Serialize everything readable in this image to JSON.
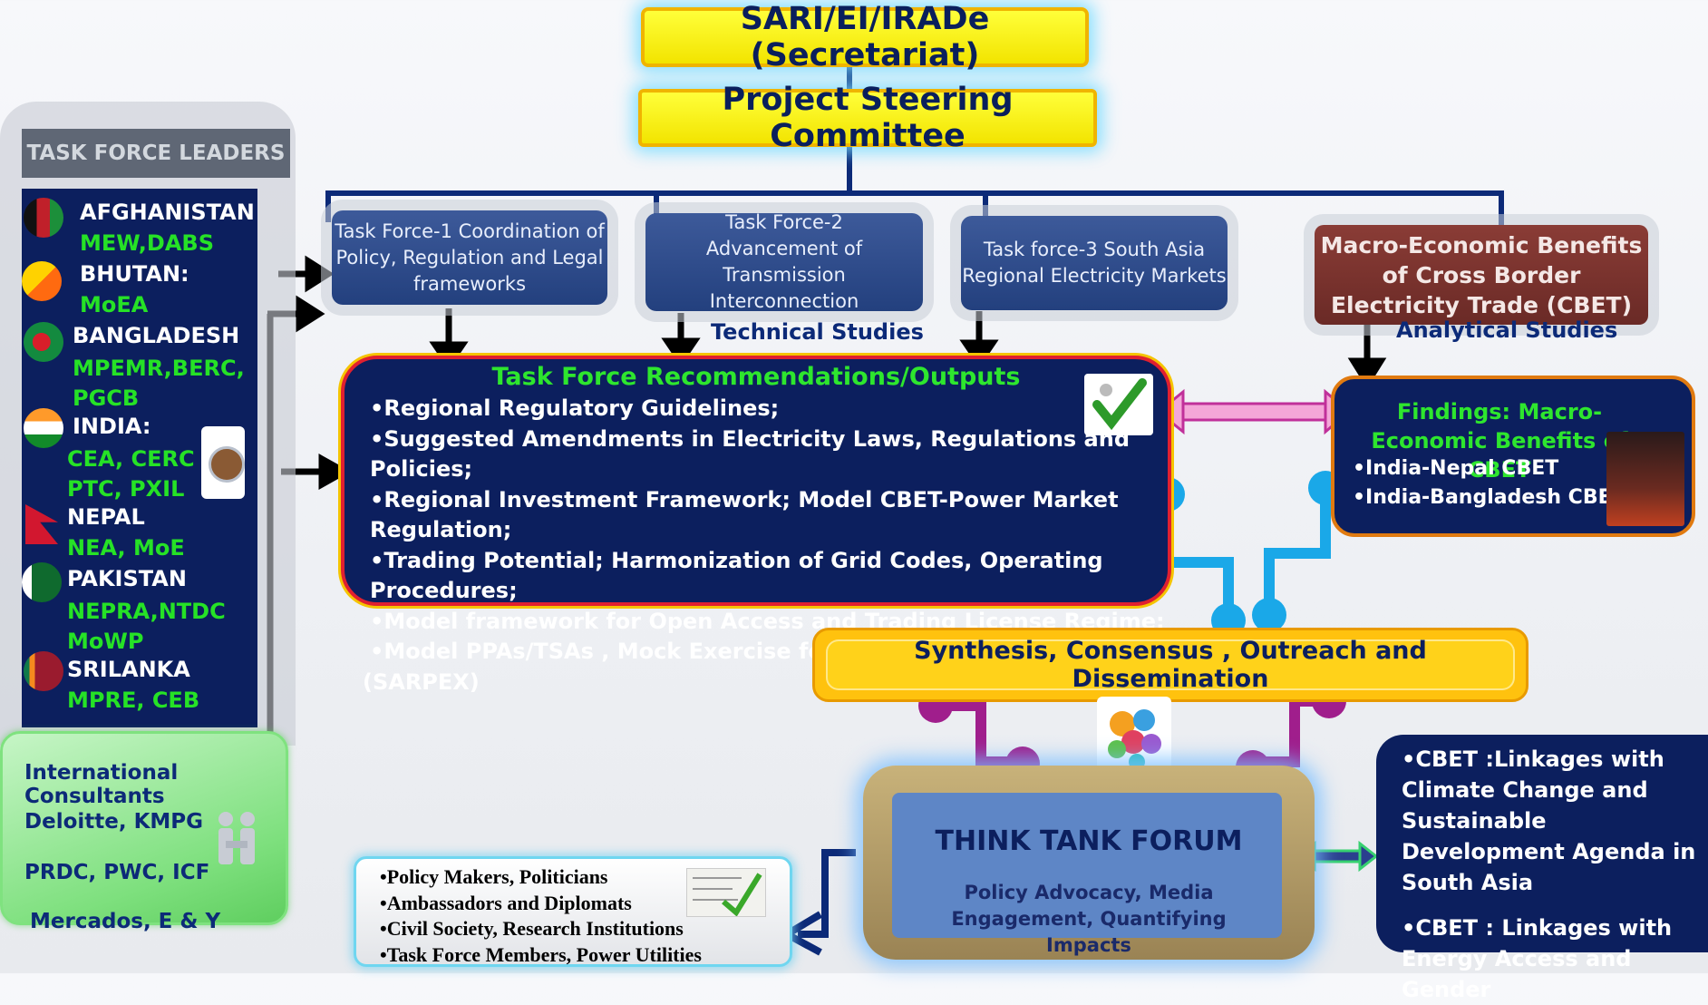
{
  "secretariat": "SARI/EI/IRADe (Secretariat)",
  "steering": "Project Steering Committee",
  "task_forces": [
    "Task Force-1 Coordination of Policy, Regulation and Legal frameworks",
    "Task Force-2 Advancement of Transmission Interconnection",
    "Task force-3  South Asia Regional Electricity Markets",
    "Macro-Economic Benefits of Cross Border Electricity Trade (CBET)"
  ],
  "technical_studies": "Technical Studies",
  "analytical_studies": "Analytical Studies",
  "leaders": {
    "title": "TASK FORCE LEADERS",
    "countries": [
      {
        "name": "AFGHANISTAN",
        "org": "MEW,DABS"
      },
      {
        "name": "BHUTAN:",
        "org": "MoEA"
      },
      {
        "name": "BANGLADESH",
        "org": "MPEMR,BERC, PGCB"
      },
      {
        "name": "INDIA:",
        "org": "CEA, CERC PTC, PXIL"
      },
      {
        "name": "NEPAL",
        "org": "NEA, MoE"
      },
      {
        "name": "PAKISTAN",
        "org": "NEPRA,NTDC MoWP"
      },
      {
        "name": "SRILANKA",
        "org": "MPRE, CEB"
      }
    ]
  },
  "recommendations": {
    "title": "Task Force Recommendations/Outputs",
    "items": [
      "•Regional Regulatory Guidelines;",
      "•Suggested Amendments in Electricity Laws, Regulations and Policies;",
      "•Regional Investment Framework; Model CBET-Power Market Regulation;",
      "•Trading Potential; Harmonization of Grid Codes, Operating Procedures;",
      "•Model framework for Open Access and Trading License Regime;",
      "•Model PPAs/TSAs , Mock Exercise for Regional Power Exchange",
      "(SARPEX)"
    ]
  },
  "findings": {
    "title": "Findings: Macro-Economic Benefits of CBET",
    "items": [
      "•India-Nepal CBET",
      "•India-Bangladesh CBET"
    ]
  },
  "synthesis": "Synthesis, Consensus , Outreach  and Dissemination",
  "think_tank": {
    "title": "THINK TANK FORUM",
    "subtitle": "Policy Advocacy, Media Engagement, Quantifying Impacts"
  },
  "consultants": [
    "International Consultants",
    "Deloitte, KMPG",
    "PRDC, PWC, ICF",
    "Mercados, E & Y"
  ],
  "stakeholders": [
    "•Policy Makers, Politicians",
    "•Ambassadors and Diplomats",
    "•Civil Society, Research Institutions",
    "•Task Force Members, Power Utilities"
  ],
  "linkages": [
    "•CBET :Linkages with Climate Change and Sustainable Development Agenda in South Asia",
    "•CBET : Linkages with Energy Access and Gender"
  ],
  "colors": {
    "navy": "#0c1f5e",
    "green_text": "#2ee62e",
    "yellow": "#ffff3a",
    "orange_border": "#f0b400",
    "maroon": "#7a3430",
    "connector_cyan": "#1aa8e8",
    "connector_magenta": "#a01e8c"
  }
}
